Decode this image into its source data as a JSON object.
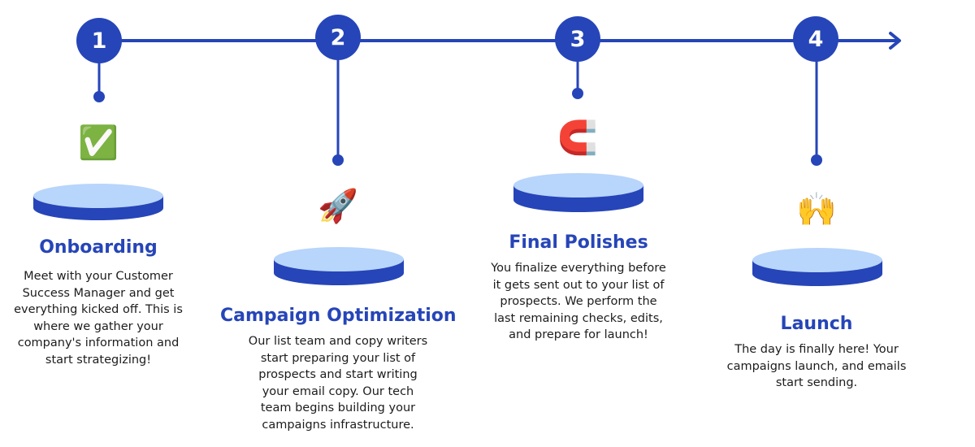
{
  "colors": {
    "primary": "#2645b8",
    "platform_top": "#b8d5fb",
    "platform_side": "#2645b8",
    "text": "#1c1c1c"
  },
  "steps": [
    {
      "number": "1",
      "icon": "check-mark-button-icon",
      "emoji": "✅",
      "title": "Onboarding",
      "lines": [
        "Meet with your Customer",
        "Success Manager and get",
        "everything kicked off. This is",
        "where we gather your",
        "company's information and",
        "start strategizing!"
      ]
    },
    {
      "number": "2",
      "icon": "rocket-icon",
      "emoji": "🚀",
      "title": "Campaign Optimization",
      "lines": [
        "Our list team and copy writers",
        "start preparing your list of",
        "prospects and start writing",
        "your email copy. Our tech",
        "team begins building your",
        "campaigns infrastructure."
      ]
    },
    {
      "number": "3",
      "icon": "magnet-icon",
      "emoji": "🧲",
      "title": "Final Polishes",
      "lines": [
        "You finalize everything before",
        "it gets sent out to your list of",
        "prospects. We perform the",
        "last remaining checks, edits,",
        "and prepare for launch!"
      ]
    },
    {
      "number": "4",
      "icon": "raising-hands-icon",
      "emoji": "🙌",
      "title": "Launch",
      "lines": [
        "The day is finally here! Your",
        "campaigns launch, and emails",
        "start sending."
      ]
    }
  ]
}
